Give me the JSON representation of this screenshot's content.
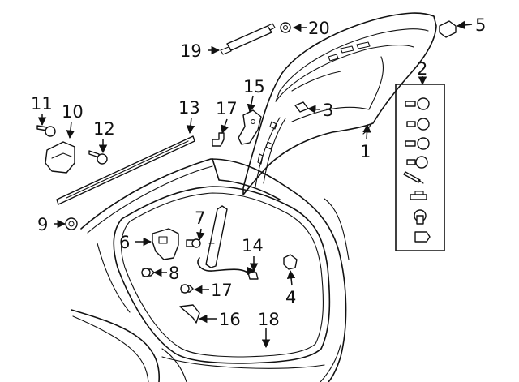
{
  "diagram": {
    "labels": [
      {
        "id": "1",
        "text": "1"
      },
      {
        "id": "2",
        "text": "2"
      },
      {
        "id": "3",
        "text": "3"
      },
      {
        "id": "4",
        "text": "4"
      },
      {
        "id": "5",
        "text": "5"
      },
      {
        "id": "6",
        "text": "6"
      },
      {
        "id": "7",
        "text": "7"
      },
      {
        "id": "8",
        "text": "8"
      },
      {
        "id": "9",
        "text": "9"
      },
      {
        "id": "10",
        "text": "10"
      },
      {
        "id": "11",
        "text": "11"
      },
      {
        "id": "12",
        "text": "12"
      },
      {
        "id": "13",
        "text": "13"
      },
      {
        "id": "14",
        "text": "14"
      },
      {
        "id": "15",
        "text": "15"
      },
      {
        "id": "16",
        "text": "16"
      },
      {
        "id": "17a",
        "text": "17"
      },
      {
        "id": "17b",
        "text": "17"
      },
      {
        "id": "18",
        "text": "18"
      },
      {
        "id": "19",
        "text": "19"
      },
      {
        "id": "20",
        "text": "20"
      }
    ]
  }
}
